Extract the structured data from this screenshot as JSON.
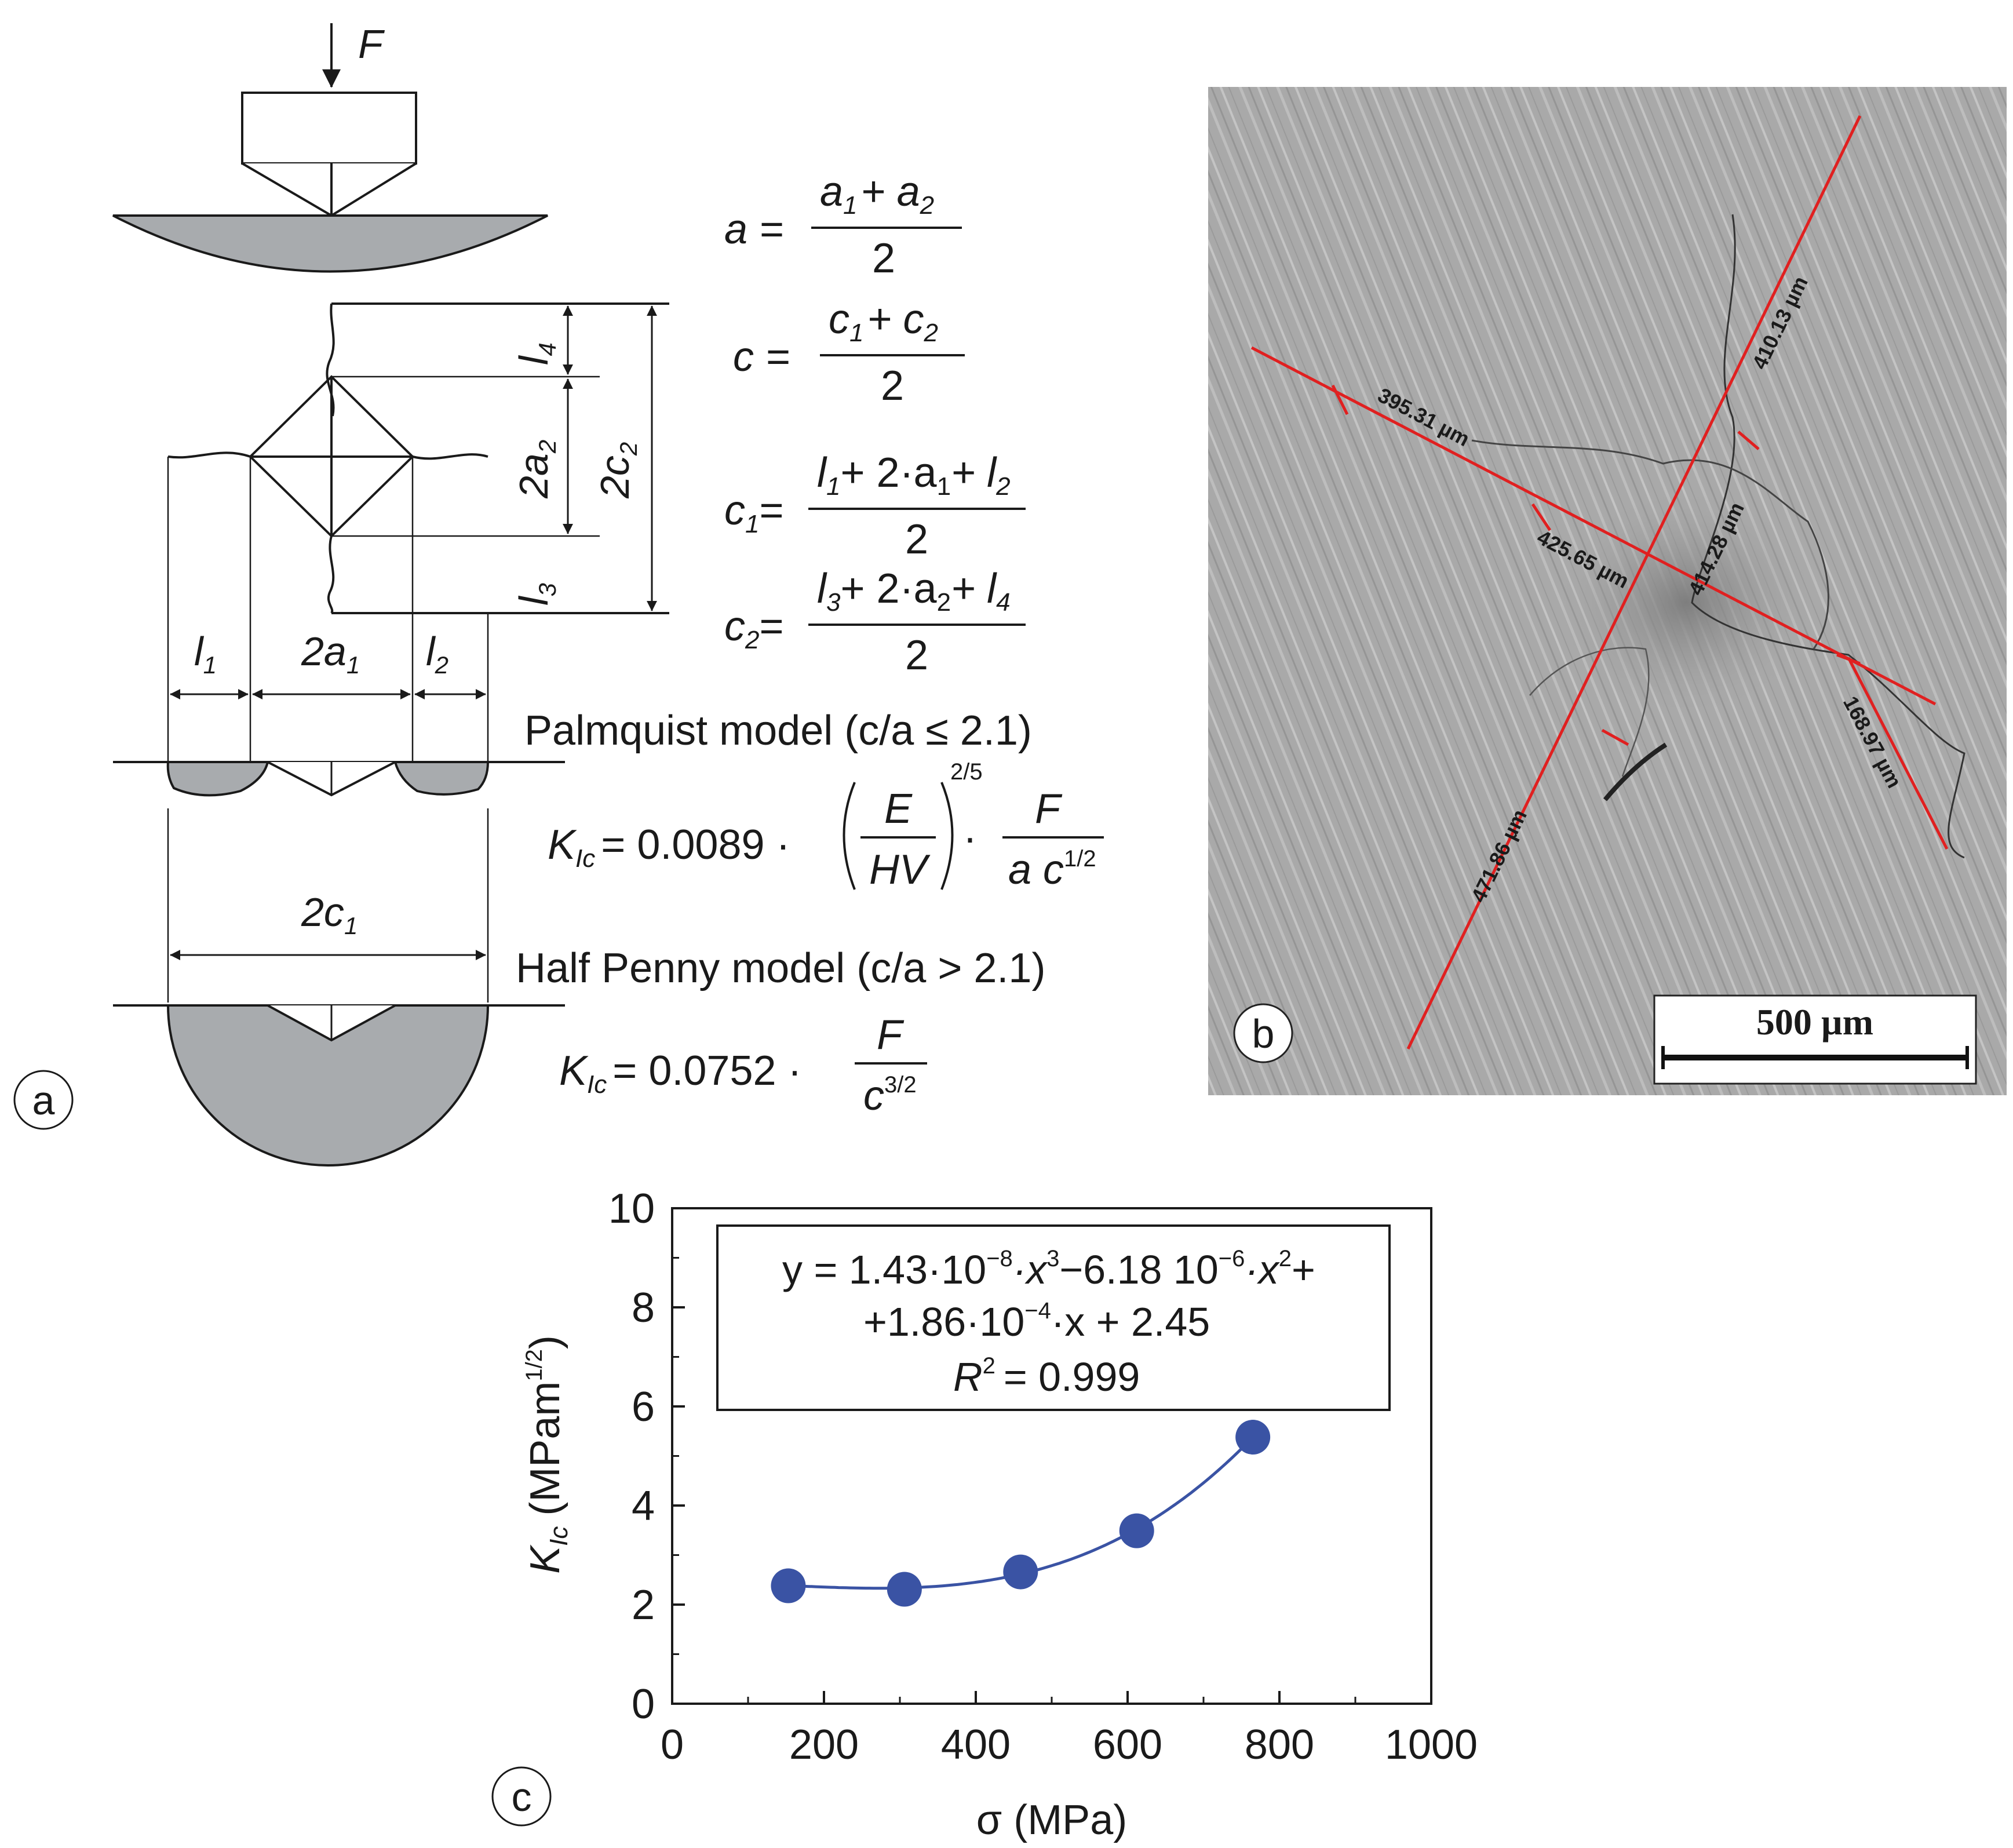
{
  "panel_a": {
    "badge": "a",
    "force_label": "F",
    "dims": {
      "l1": "l",
      "l1_sub": "1",
      "a1": "2a",
      "a1_sub": "1",
      "l2": "l",
      "l2_sub": "2",
      "c1": "2c",
      "c1_sub": "1",
      "l4": "l",
      "l4_sub": "4",
      "a2": "2a",
      "a2_sub": "2",
      "c2": "2c",
      "c2_sub": "2",
      "l3": "l",
      "l3_sub": "3"
    },
    "eq_a": {
      "lhs": "a =",
      "num_a": "a",
      "num_sub1": "1",
      "num_plus": "+ a",
      "num_sub2": "2",
      "den": "2"
    },
    "eq_c": {
      "lhs": "c =",
      "num_c": "c",
      "num_sub1": "1",
      "num_plus": "+ c",
      "num_sub2": "2",
      "den": "2"
    },
    "eq_c1": {
      "lhs": "c",
      "lhs_sub": "1",
      "eq": "=",
      "t1": "l",
      "t1_sub": "1",
      "mid": "+ 2·a",
      "mid_sub": "1",
      "t2": "+ l",
      "t2_sub": "2",
      "den": "2"
    },
    "eq_c2": {
      "lhs": "c",
      "lhs_sub": "2",
      "eq": "=",
      "t1": "l",
      "t1_sub": "3",
      "mid": "+ 2·a",
      "mid_sub": "2",
      "t2": "+ l",
      "t2_sub": "4",
      "den": "2"
    },
    "palmquist": {
      "title": "Palmquist model (c/a ≤ 2.1)",
      "k": "K",
      "k_sub": "Ic",
      "coef": "= 0.0089 ·",
      "E": "E",
      "HV": "HV",
      "exp": "2/5",
      "dot": "·",
      "F": "F",
      "den": "a c",
      "den_exp": "1/2"
    },
    "halfpenny": {
      "title": "Half Penny model (c/a > 2.1)",
      "k": "K",
      "k_sub": "Ic",
      "coef": "= 0.0752 ·",
      "F": "F",
      "den": "c",
      "den_exp": "3/2"
    }
  },
  "panel_b": {
    "badge": "b",
    "scalebar": "500 µm",
    "measurements": [
      "395.31 µm",
      "425.65 µm",
      "410.13 µm",
      "414.28 µm",
      "471.86 µm",
      "168.97 µm"
    ],
    "colors": {
      "line": "#e02020",
      "label": "#f0e020"
    }
  },
  "panel_c": {
    "badge": "c",
    "fit_box": {
      "line1_a": "y = 1.43·10",
      "line1_e1": "−8",
      "line1_b": "·x",
      "line1_e2": "3",
      "line1_c": "−6.18 10",
      "line1_e3": "−6",
      "line1_d": "·x",
      "line1_e4": "2",
      "line1_f": "+",
      "line2_a": "+1.86·10",
      "line2_e": "−4",
      "line2_b": "·x + 2.45",
      "line3_a": "R",
      "line3_e": "2",
      "line3_b": "= 0.999"
    }
  },
  "chart_data": {
    "type": "scatter",
    "xlabel": "σ (MPa)",
    "ylabel": "K",
    "ylabel_sub": "Ic",
    "ylabel_unit": "(MPam",
    "ylabel_unit_exp": "1/2",
    "ylabel_close": ")",
    "xlim": [
      0,
      1000
    ],
    "ylim": [
      0,
      10
    ],
    "xticks": [
      0,
      200,
      400,
      600,
      800,
      1000
    ],
    "yticks": [
      0,
      2,
      4,
      6,
      8,
      10
    ],
    "series": [
      {
        "x": [
          153,
          306,
          459,
          612,
          765
        ],
        "y": [
          2.38,
          2.31,
          2.66,
          3.49,
          5.38
        ]
      }
    ],
    "fit": {
      "coeffs": [
        2.45,
        0.000186,
        -6.18e-06,
        1.43e-08
      ],
      "x_range": [
        153,
        765
      ]
    },
    "colors": {
      "marker": "#3a53a4",
      "fit": "#3a53a4"
    }
  }
}
